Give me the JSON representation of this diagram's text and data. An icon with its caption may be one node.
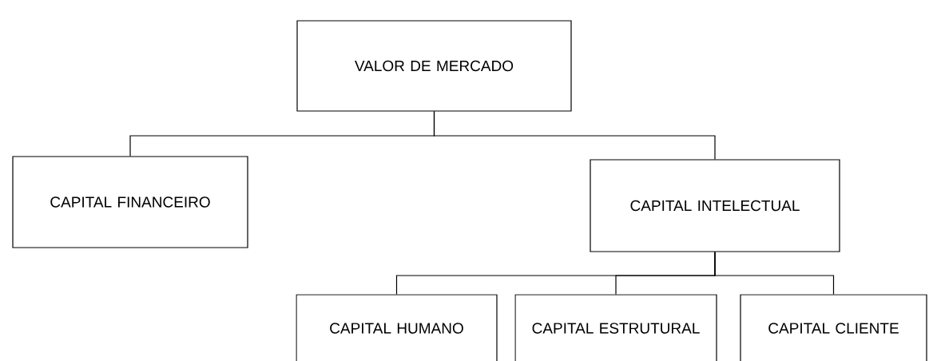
{
  "diagram": {
    "nodes": [
      {
        "text": [
          "VALOR DE MERCADO"
        ]
      },
      {
        "text": [
          "CAPITAL FINANCEIRO"
        ]
      },
      {
        "text": [
          "CAPITAL INTELECTUAL"
        ]
      },
      {
        "text": [
          "CAPITAL HUMANO"
        ]
      },
      {
        "text": [
          "CAPITAL ESTRUTURAL"
        ]
      },
      {
        "text": [
          "CAPITAL CLIENTE"
        ]
      }
    ],
    "edges": [
      {
        "from": 0,
        "to": 1,
        "arrow": "none"
      },
      {
        "from": 0,
        "to": 2,
        "arrow": "none"
      },
      {
        "from": 2,
        "to": 3,
        "arrow": "none"
      },
      {
        "from": 2,
        "to": 4,
        "arrow": "none"
      },
      {
        "from": 2,
        "to": 5,
        "arrow": "none"
      }
    ]
  }
}
